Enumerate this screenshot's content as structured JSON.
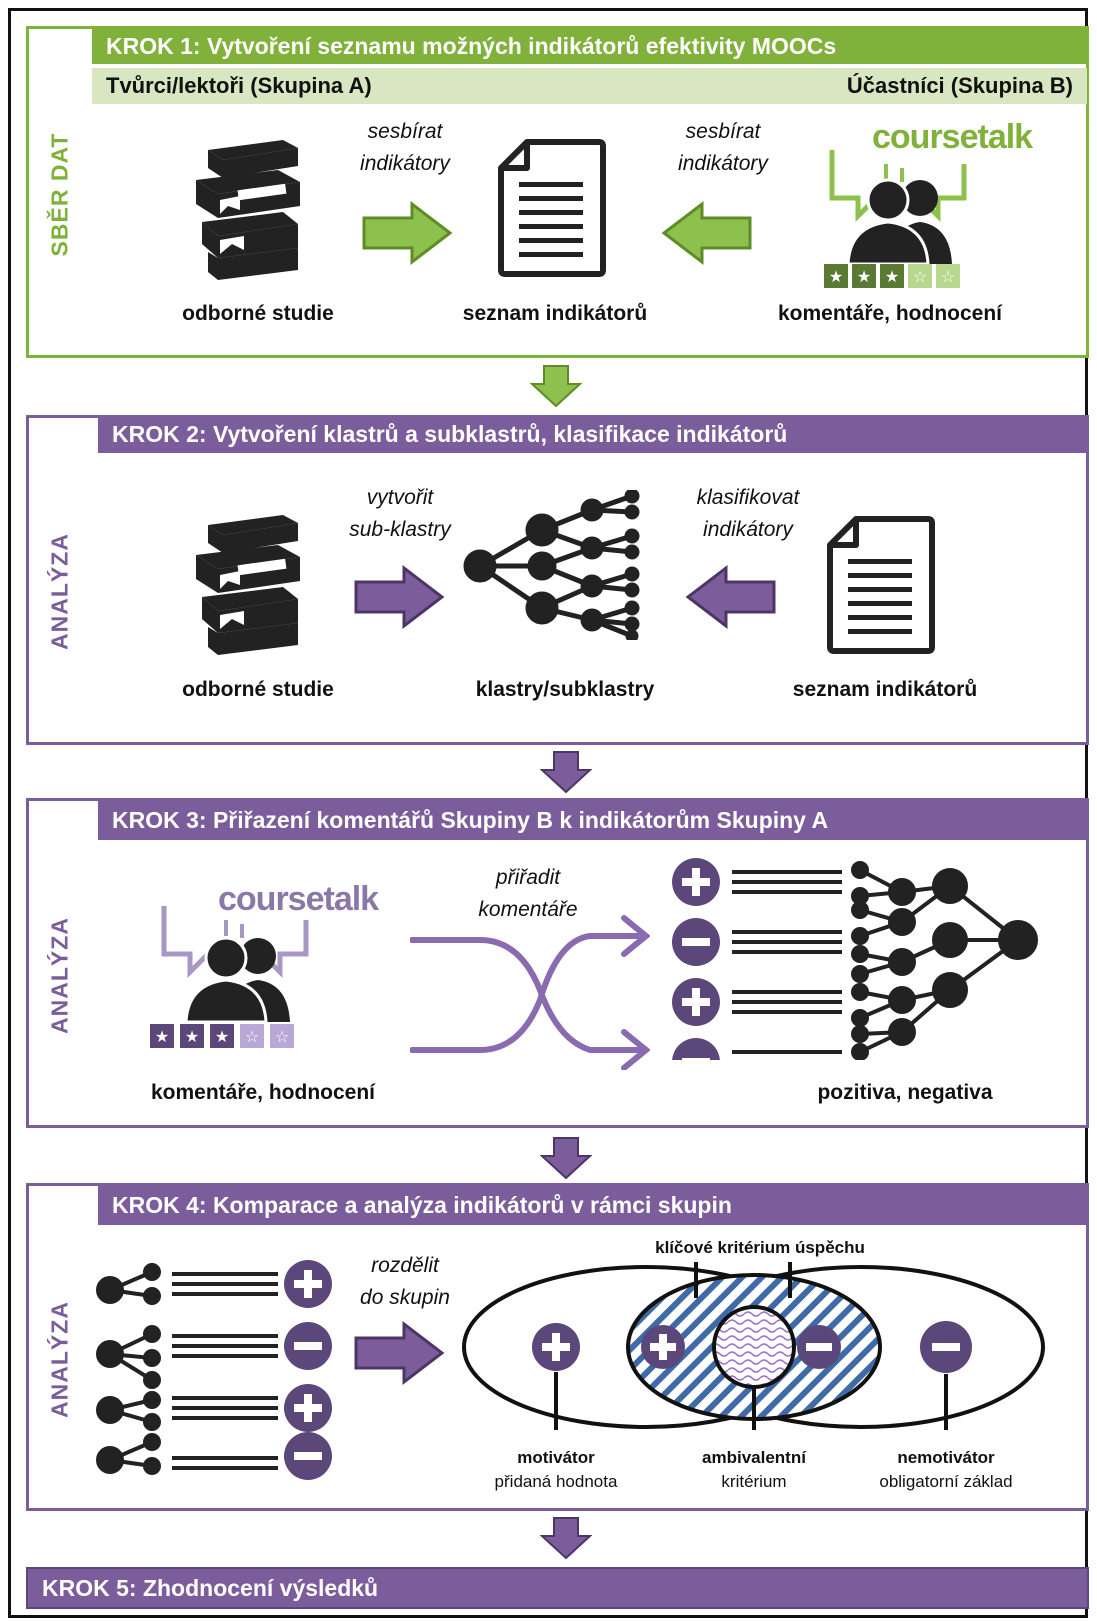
{
  "step1": {
    "title": "KROK 1: Vytvoření seznamu možných indikátorů efektivity MOOCs",
    "group_a": "Tvůrci/lektoři (Skupina A)",
    "group_b": "Účastníci (Skupina B)",
    "side_label": "SBĚR DAT",
    "verb_left": [
      "sesbírat",
      "indikátory"
    ],
    "verb_right": [
      "sesbírat",
      "indikátory"
    ],
    "caption_left": "odborné studie",
    "caption_center": "seznam indikátorů",
    "caption_right": "komentáře, hodnocení",
    "logo": "coursetalk"
  },
  "step2": {
    "title": "KROK 2: Vytvoření klastrů a subklastrů, klasifikace indikátorů",
    "side_label": "ANALÝZA",
    "verb_left": [
      "vytvořit",
      "sub-klastry"
    ],
    "verb_right": [
      "klasifikovat",
      "indikátory"
    ],
    "caption_left": "odborné studie",
    "caption_center": "klastry/subklastry",
    "caption_right": "seznam indikátorů"
  },
  "step3": {
    "title": "KROK 3: Přiřazení komentářů Skupiny B k indikátorům Skupiny A",
    "side_label": "ANALÝZA",
    "verb": [
      "přiřadit",
      "komentáře"
    ],
    "caption_left": "komentáře, hodnocení",
    "caption_right": "pozitiva, negativa",
    "logo": "coursetalk"
  },
  "step4": {
    "title": "KROK 4: Komparace a analýza indikátorů v rámci skupin",
    "side_label": "ANALÝZA",
    "verb": [
      "rozdělit",
      "do skupin"
    ],
    "key_label": "klíčové kritérium úspěchu",
    "motivator_title": "motivátor",
    "motivator_sub": "přidaná hodnota",
    "ambivalent_title": "ambivalentní",
    "ambivalent_sub": "kritérium",
    "nonmotivator_title": "nemotivátor",
    "nonmotivator_sub": "obligatorní základ"
  },
  "step5": {
    "title": "KROK 5: Zhodnocení výsledků"
  },
  "colors": {
    "green": "#7fb13b",
    "light_green": "#d8e7c1",
    "purple": "#7c5d9c",
    "dark": "#222222"
  }
}
